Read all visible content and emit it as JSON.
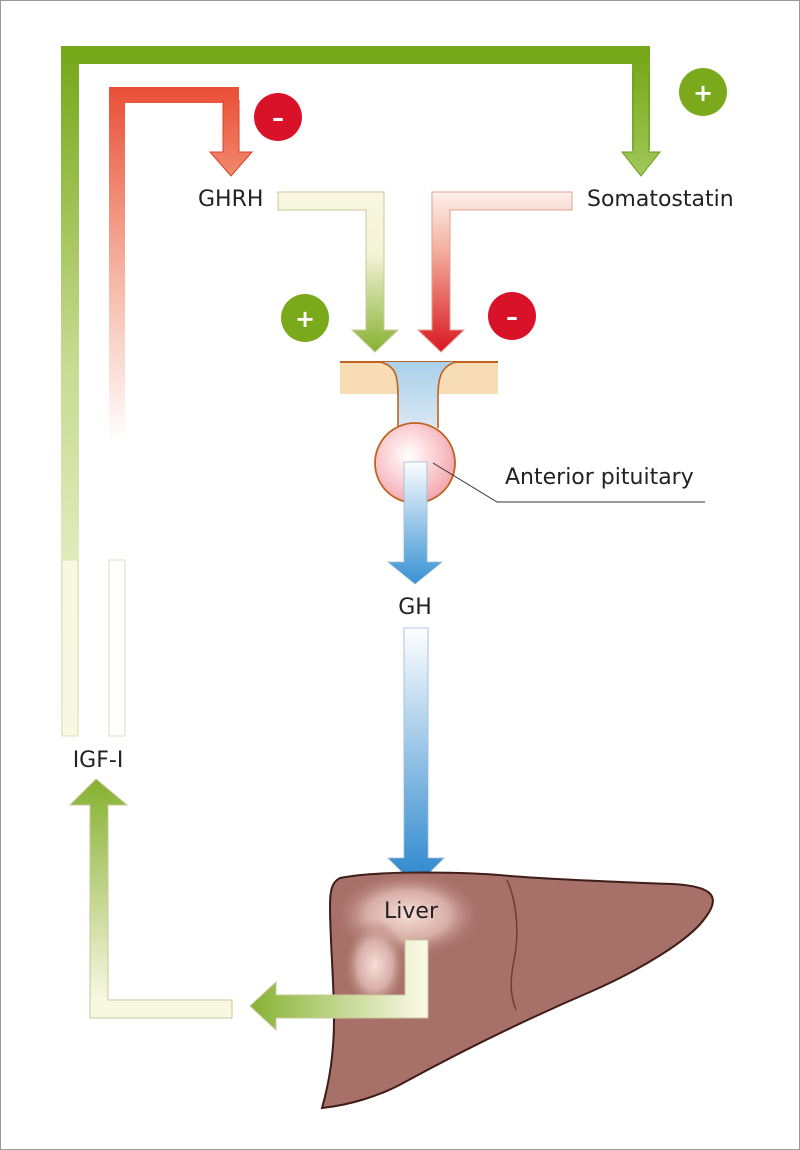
{
  "labels": {
    "ghrh": "GHRH",
    "somatostatin": "Somatostatin",
    "anterior_pituitary": "Anterior pituitary",
    "gh": "GH",
    "igf1": "IGF-I",
    "liver": "Liver"
  },
  "signs": {
    "positive": "+",
    "negative": "–"
  },
  "colors": {
    "green": "#7aaa1c",
    "red": "#d9222c",
    "blue": "#3a96d6",
    "cream": "#f8f7e2",
    "liver": "#a77069",
    "liver_outline": "#3e1d19",
    "pituitary": "#f6bfc4",
    "pituitary_outline": "#c0621f",
    "tissue": "#f8dcb5"
  }
}
